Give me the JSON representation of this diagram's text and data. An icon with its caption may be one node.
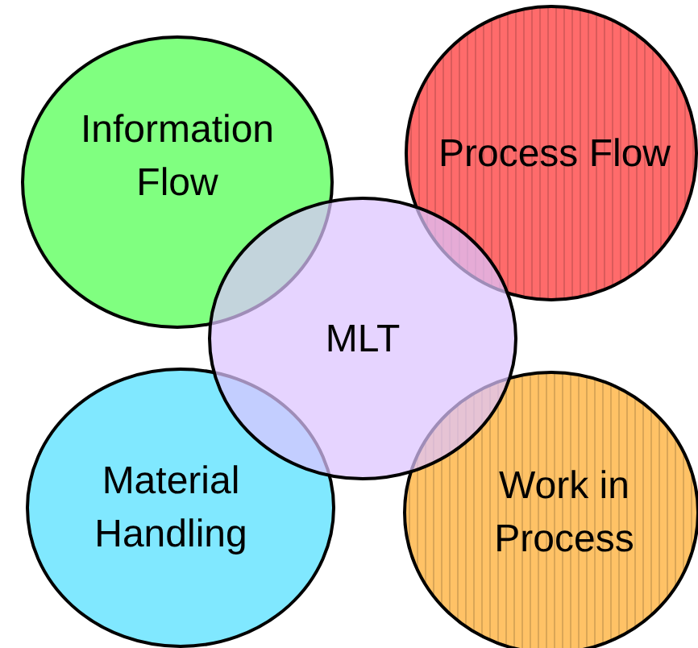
{
  "diagram": {
    "nodes": [
      {
        "text": [
          "Information Flow"
        ]
      },
      {
        "text": [
          "Process Flow"
        ]
      },
      {
        "text": [
          "MLT"
        ]
      },
      {
        "text": [
          "Material Handling"
        ]
      },
      {
        "text": [
          "Work in Process"
        ]
      }
    ]
  }
}
